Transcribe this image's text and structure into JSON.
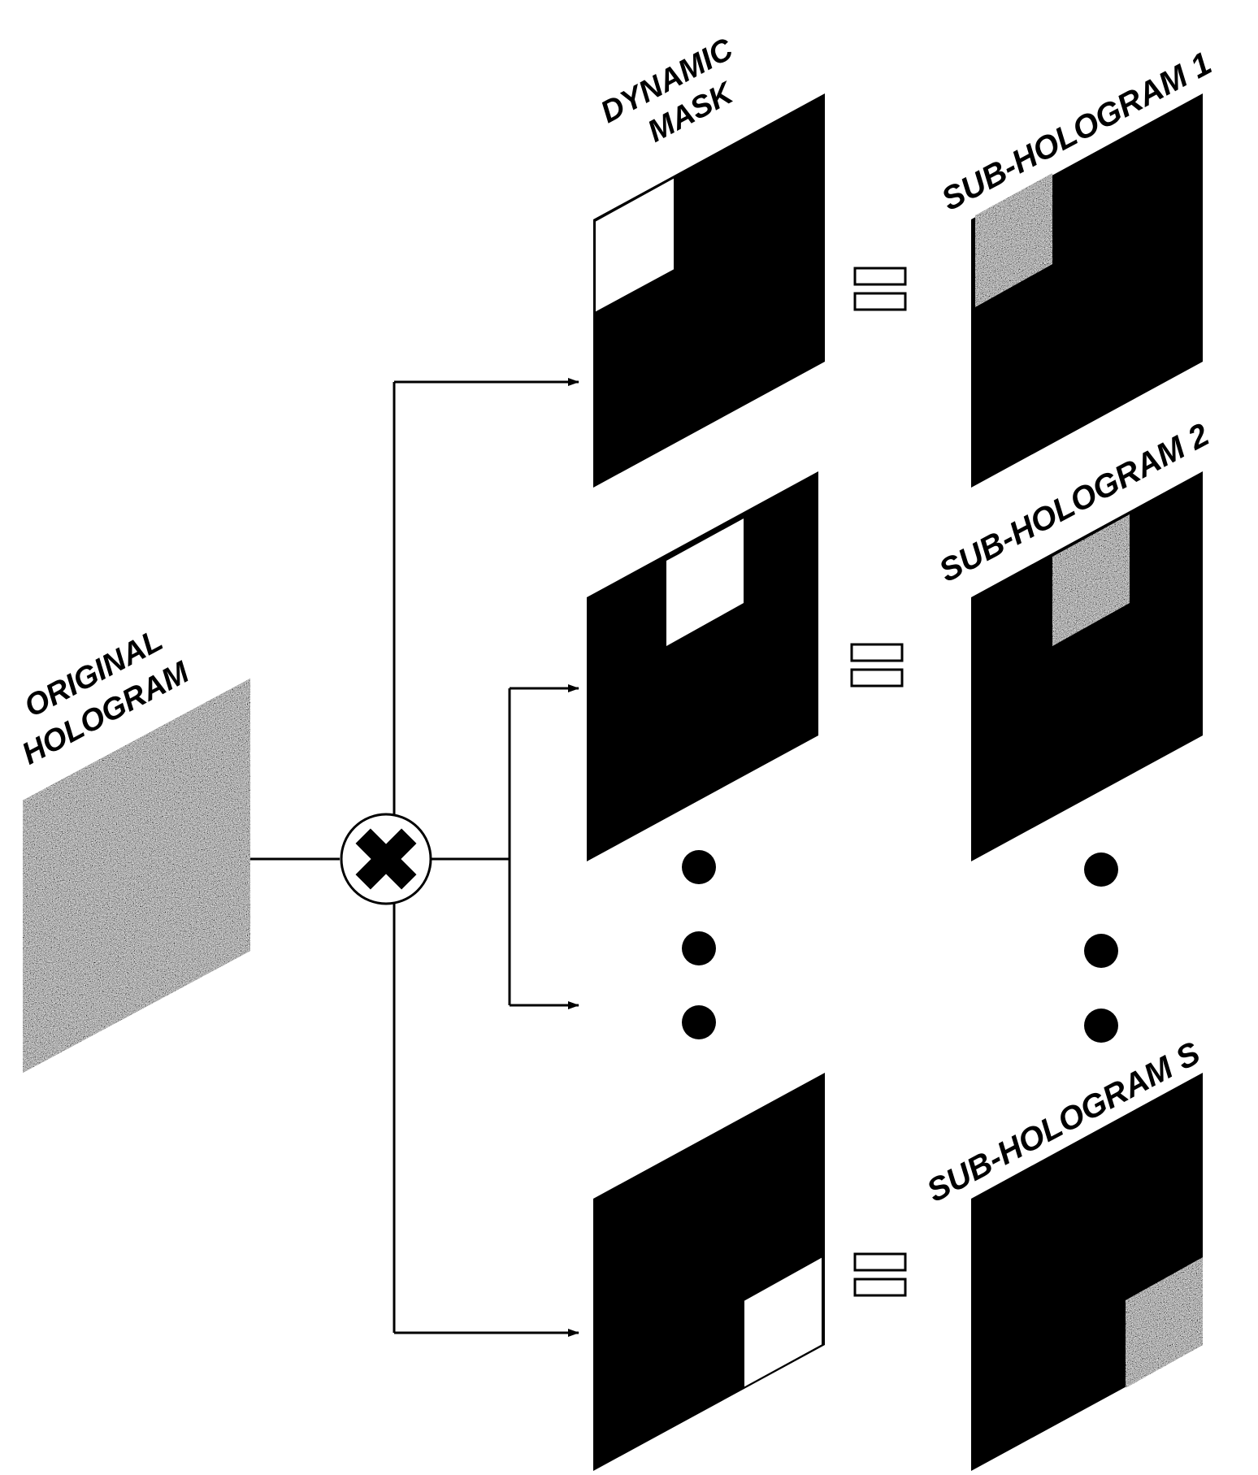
{
  "labels": {
    "original_line1": "ORIGINAL",
    "original_line2": "HOLOGRAM",
    "dynamic_line1": "DYNAMIC",
    "dynamic_line2": "MASK",
    "sub1": "SUB-HOLOGRAM 1",
    "sub2": "SUB-HOLOGRAM 2",
    "subS": "SUB-HOLOGRAM S"
  },
  "colors": {
    "panel": "#000000",
    "mask_window": "#ffffff",
    "line": "#000000",
    "noise_dark": "#2a2a2a",
    "noise_light": "#e6e6e6"
  },
  "icons": {
    "operator": "multiply-x-icon",
    "equals": "equals-icon",
    "ellipsis": "vertical-ellipsis-icon"
  },
  "rows": [
    {
      "mask_window": "top-left",
      "sub_label_key": "sub1"
    },
    {
      "mask_window": "top-center",
      "sub_label_key": "sub2"
    },
    {
      "mask_window": "bottom-right",
      "sub_label_key": "subS"
    }
  ]
}
